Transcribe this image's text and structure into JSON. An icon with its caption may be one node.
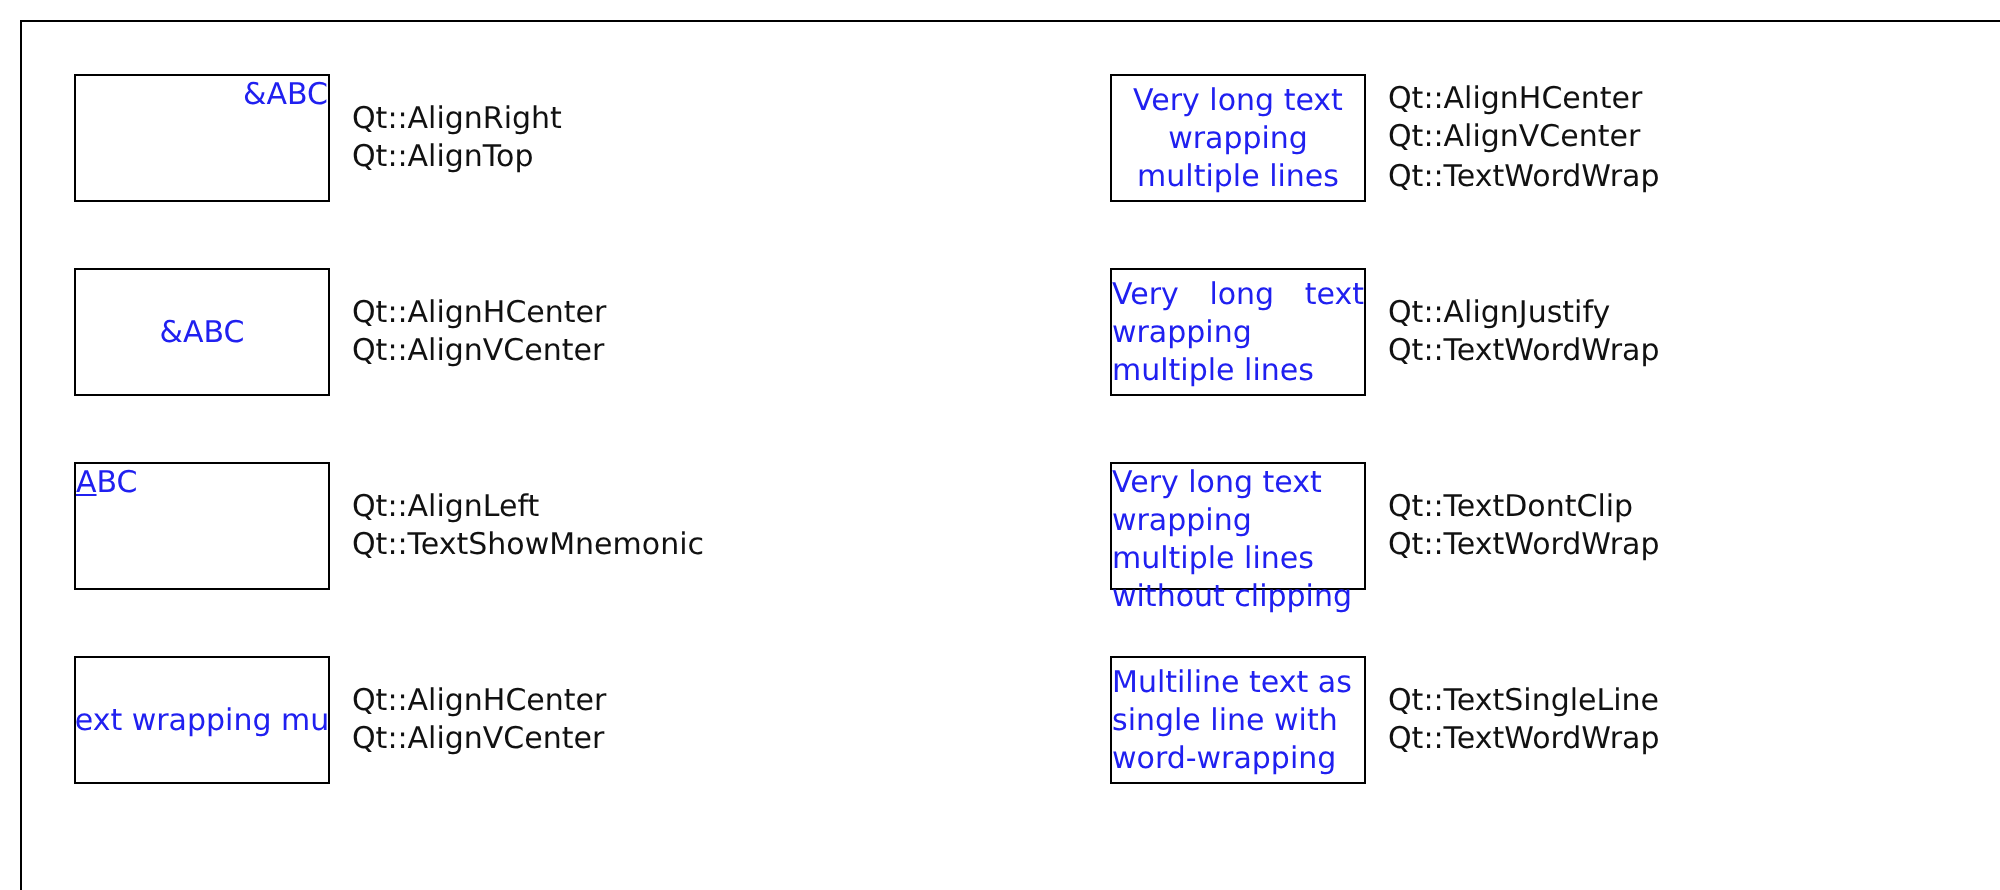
{
  "diagram": {
    "nodes": [
      {
        "text": [
          "&ABC"
        ],
        "beside": [
          "Qt::AlignRight",
          "Qt::AlignTop"
        ]
      },
      {
        "text": [
          "&ABC"
        ],
        "beside": [
          "Qt::AlignHCenter",
          "Qt::AlignVCenter"
        ]
      },
      {
        "text": [
          "ABC"
        ],
        "beside": [
          "Qt::AlignLeft",
          "Qt::TextShowMnemonic"
        ]
      },
      {
        "text": [
          "ext wrapping mu"
        ],
        "beside": [
          "Qt::AlignHCenter",
          "Qt::AlignVCenter"
        ]
      },
      {
        "text": [
          "Very long text wrapping multiple lines"
        ],
        "beside": [
          "Qt::AlignHCenter",
          "Qt::AlignVCenter",
          "Qt::TextWordWrap"
        ]
      },
      {
        "text": [
          "Very long text wrapping multiple lines"
        ],
        "beside": [
          "Qt::AlignJustify",
          "Qt::TextWordWrap"
        ]
      },
      {
        "text": [
          "Very long text wrapping multiple lines without clipping"
        ],
        "beside": [
          "Qt::TextDontClip",
          "Qt::TextWordWrap"
        ]
      },
      {
        "text": [
          "Multiline text as single line with word-wrapping"
        ],
        "beside": [
          "Qt::TextSingleLine",
          "Qt::TextWordWrap"
        ]
      }
    ]
  }
}
